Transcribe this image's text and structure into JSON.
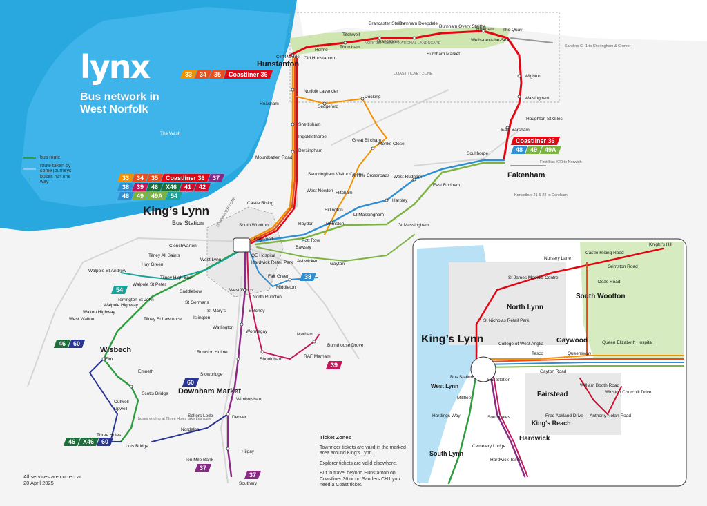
{
  "brand": {
    "logo": "lynx",
    "title": "Bus network in West Norfolk"
  },
  "legend": [
    {
      "label": "bus route",
      "color": "#2e9c3f"
    },
    {
      "label": "route taken by some journeys",
      "color": "#8ec9ee"
    },
    {
      "label": "buses run one way",
      "color": "#2e9c3f"
    }
  ],
  "water_label": "The Wash",
  "kings_lynn": {
    "title": "King’s Lynn",
    "subtitle": "Bus Station"
  },
  "footnote": "All services are correct at 20 April 2025",
  "ticket_zones": {
    "heading": "Ticket Zones",
    "p1": "Townrider tickets are valid in the marked area around King’s Lynn.",
    "p2": "Explorer tickets are valid elsewhere.",
    "p3": "But to travel beyond Hunstanton on Coastliner 36 or on Sanders CH1 you need a Coast ticket."
  },
  "zone_labels": {
    "coast": "COAST TICKET ZONE",
    "aonb": "NORFOLK COAST NATIONAL LANDSCAPE",
    "townrider": "TOWNRIDER ZONE"
  },
  "route_colors": {
    "33": "#f39200",
    "34": "#e94e1b",
    "35": "#e94e1b",
    "36": "#e30613",
    "37": "#8a2a87",
    "38": "#2f8fd0",
    "39": "#c2185b",
    "41": "#c8102e",
    "42": "#c8102e",
    "46": "#1d6e3a",
    "48": "#2f8fd0",
    "49": "#7cb342",
    "54": "#1aa39a",
    "60": "#283593"
  },
  "badges_hunstanton": [
    "33",
    "34",
    "35",
    "Coastliner 36"
  ],
  "badges_kl": [
    [
      "33",
      "34",
      "35",
      "Coastliner 36",
      "37"
    ],
    [
      "38",
      "39",
      "46",
      "X46",
      "41",
      "42"
    ],
    [
      "48",
      "49",
      "49A",
      "54"
    ]
  ],
  "badges_fakenham": [
    [
      "Coastliner 36"
    ],
    [
      "48",
      "49",
      "49A"
    ]
  ],
  "badges_wisbech": [
    "46",
    "60"
  ],
  "badges_threeholes": [
    "46",
    "X46",
    "60"
  ],
  "badges_misc": {
    "walpole": "54",
    "marham": "39",
    "middleton": "38",
    "downham": "60",
    "tenmile": "37",
    "southery": "37"
  },
  "places": [
    "Hunstanton",
    "Cliff Parade",
    "Old Hunstanton",
    "Holme",
    "Thornham",
    "Titchwell",
    "Brancaster Staithe",
    "Brancaster",
    "Burnham Deepdale",
    "Burnham Market",
    "Burnham Overy Staithe",
    "Holkham",
    "The Quay",
    "Wells-next-the-Sea",
    "Wighton",
    "Walsingham",
    "Houghton St Giles",
    "East Barsham",
    "Fakenham",
    "Sculthorpe",
    "East Rudham",
    "West Rudham",
    "Harpley",
    "Gt Massingham",
    "Lt Massingham",
    "Grimston",
    "Roydon",
    "Pott Row",
    "Gayton",
    "Bawsey",
    "Ashwicken",
    "Hillington",
    "Flitcham",
    "Anmer Crossroads",
    "Great Bircham",
    "Monks Close",
    "Docking",
    "Sedgeford",
    "Heacham",
    "Snettisham",
    "Ingoldisthorpe",
    "Dersingham",
    "Sandringham Visitor Centre",
    "West Newton",
    "Castle Rising",
    "South Wootton",
    "Gaywood",
    "Clenchwarton",
    "Tilney All Saints",
    "West Lynn",
    "Hay Green",
    "Walpole St Andrew",
    "Walpole St Peter",
    "Tilney High End",
    "Saddlebow",
    "Terrington St John",
    "Walpole Highway",
    "Walton Highway",
    "West Walton",
    "Tilney St Lawrence",
    "St Germans",
    "Islington",
    "St Mary’s",
    "West Winch",
    "North Runcton",
    "Setchey",
    "Middleton",
    "Fair Green",
    "Wormegay",
    "Watlington",
    "Runcton Holme",
    "Shouldham",
    "Marham",
    "RAF Marham",
    "Burnthouse Drove",
    "Stowbridge",
    "Downham Market",
    "Wimbotsham",
    "Salters Lode",
    "Denver",
    "Nordelph",
    "Hilgay",
    "Ten Mile Bank",
    "Southery",
    "Wisbech",
    "Elm",
    "Emneth",
    "Outwell",
    "Upwell",
    "Scotts Bridge",
    "Three Holes",
    "Lots Bridge",
    "QE Hospital",
    "Hardwick Retail Park",
    "Mountbatten Road",
    "Norfolk Lavender"
  ],
  "notes": {
    "sanders": "Sanders CH1 to Sheringham & Cromer",
    "firstbus": "First Bus X29 to Norwich",
    "konect": "Konectbus 21 & 22 to Dereham",
    "threeholes": "buses ending at Three Holes take this route"
  },
  "inset": {
    "title": "King’s Lynn",
    "places": [
      "Knight’s Hill",
      "Castle Rising Road",
      "Grimston Road",
      "Deas Road",
      "Nursery Lane",
      "St James Medical Centre",
      "North Lynn",
      "South Wootton",
      "St Nicholas Retail Park",
      "Gaywood",
      "Queen Elizabeth Hospital",
      "College of West Anglia",
      "Tesco",
      "Queensway",
      "Gayton Road",
      "Bus Station",
      "Rail Station",
      "West Lynn",
      "Millfleet",
      "Southgates",
      "Fairstead",
      "King’s Reach",
      "Hardwick",
      "South Lynn",
      "Cemetery Lodge",
      "Hardwick Tesco",
      "Winston Churchill Drive",
      "William Booth Road",
      "Fred Ackland Drive",
      "Anthony Nolan Road",
      "Hardings Way"
    ]
  }
}
